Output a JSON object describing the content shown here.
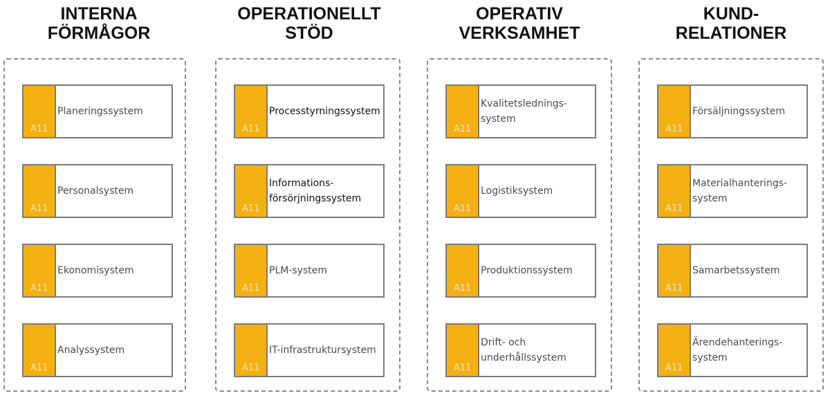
{
  "colors": {
    "accent": "#F5B014",
    "card_border": "#7a7a7a",
    "container_border": "#8a8a8a",
    "title": "#111111",
    "label": "#4a4a4a"
  },
  "columns": [
    {
      "title": "INTERNA\nFÖRMÅGOR",
      "items": [
        {
          "code": "A11",
          "label": "Planeringssystem"
        },
        {
          "code": "A11",
          "label": "Personalsystem"
        },
        {
          "code": "A11",
          "label": "Ekonomisystem"
        },
        {
          "code": "A11",
          "label": "Analyssystem"
        }
      ]
    },
    {
      "title": "OPERATIONELLT\nSTÖD",
      "items": [
        {
          "code": "A11",
          "label": "Processtyrningssystem"
        },
        {
          "code": "A11",
          "label": "Informations-\nförsörjningssystem"
        },
        {
          "code": "A11",
          "label": "PLM-system"
        },
        {
          "code": "A11",
          "label": "IT-infrastruktursystem"
        }
      ]
    },
    {
      "title": "OPERATIV\nVERKSAMHET",
      "items": [
        {
          "code": "A11",
          "label": "Kvalitetslednings-\nsystem"
        },
        {
          "code": "A11",
          "label": "Logistiksystem"
        },
        {
          "code": "A11",
          "label": "Produktionssystem"
        },
        {
          "code": "A11",
          "label": "Drift- och\nunderhållssystem"
        }
      ]
    },
    {
      "title": "KUND-\nRELATIONER",
      "items": [
        {
          "code": "A11",
          "label": "Försäljningssystem"
        },
        {
          "code": "A11",
          "label": "Materialhanterings-\nsystem"
        },
        {
          "code": "A11",
          "label": "Samarbetssystem"
        },
        {
          "code": "A11",
          "label": "Ärendehanterings-\nsystem"
        }
      ]
    }
  ]
}
